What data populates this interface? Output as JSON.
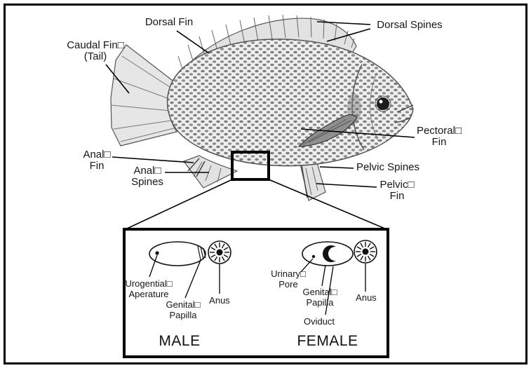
{
  "figure": {
    "colors": {
      "ink": "#000000",
      "paper": "#ffffff"
    },
    "labels": {
      "dorsal_fin": "Dorsal Fin",
      "dorsal_spines": "Dorsal Spines",
      "caudal_fin": "Caudal Fin□\n(Tail)",
      "anal_fin": "Anal□\nFin",
      "anal_spines": "Anal□\nSpines",
      "pectoral_fin": "Pectoral□\nFin",
      "pelvic_spines": "Pelvic Spines",
      "pelvic_fin": "Pelvic□\nFin"
    },
    "inset": {
      "male": {
        "title": "MALE",
        "urogential_aperature": "Urogential□\nAperature",
        "genital_papilla": "Genital□\nPapilla",
        "anus": "Anus"
      },
      "female": {
        "title": "FEMALE",
        "urinary_pore": "Urinary□\nPore",
        "genital_papilla": "Genital□\nPapilla",
        "oviduct": "Oviduct",
        "anus": "Anus"
      }
    }
  }
}
